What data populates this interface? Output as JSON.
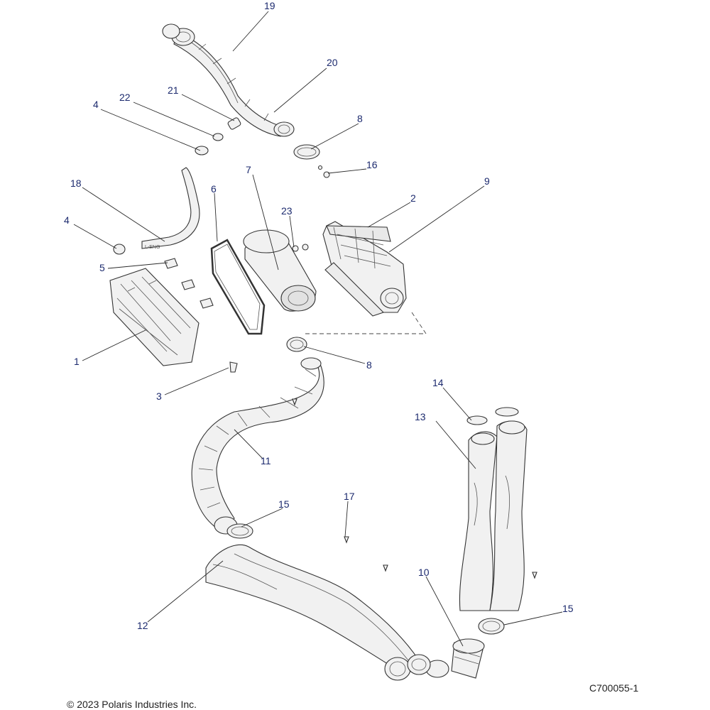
{
  "callouts": [
    {
      "label": "19"
    },
    {
      "label": "20"
    },
    {
      "label": "21"
    },
    {
      "label": "22"
    },
    {
      "label": "4"
    },
    {
      "label": "8"
    },
    {
      "label": "16"
    },
    {
      "label": "18"
    },
    {
      "label": "6"
    },
    {
      "label": "7"
    },
    {
      "label": "23"
    },
    {
      "label": "2"
    },
    {
      "label": "9"
    },
    {
      "label": "4"
    },
    {
      "label": "5"
    },
    {
      "label": "1"
    },
    {
      "label": "8"
    },
    {
      "label": "3"
    },
    {
      "label": "14"
    },
    {
      "label": "13"
    },
    {
      "label": "11"
    },
    {
      "label": "17"
    },
    {
      "label": "15"
    },
    {
      "label": "10"
    },
    {
      "label": "15"
    },
    {
      "label": "12"
    }
  ],
  "footer": {
    "copyright": "© 2023 Polaris Industries Inc.",
    "drawing_id": "C700055-1"
  },
  "colors": {
    "callout_text": "#1c2a6e",
    "line_art": "#333333",
    "part_fill": "#f1f1f1"
  }
}
